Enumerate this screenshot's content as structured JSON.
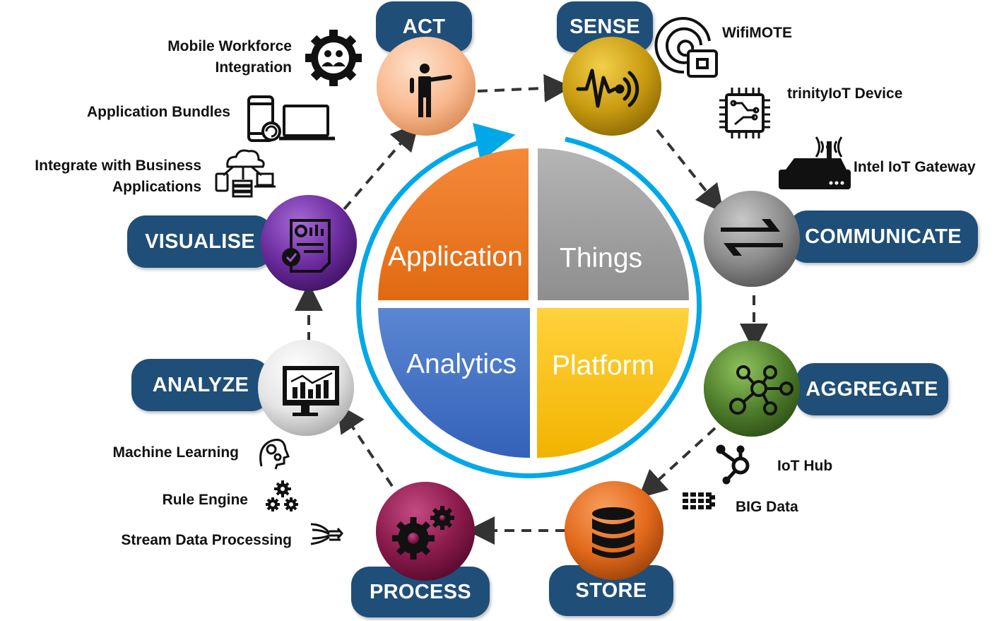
{
  "center": {
    "quadrants": [
      "Application",
      "Things",
      "Analytics",
      "Platform"
    ],
    "colors": {
      "application": "#f07a26",
      "things": "#9e9e9e",
      "analytics": "#4472c4",
      "platform": "#ffc000",
      "ring": "#00a8e8"
    }
  },
  "stages": {
    "act": "ACT",
    "sense": "SENSE",
    "communicate": "COMMUNICATE",
    "aggregate": "AGGREGATE",
    "store": "STORE",
    "process": "PROCESS",
    "analyze": "ANALYZE",
    "visualise": "VISUALISE"
  },
  "stage_colors": {
    "act": "#f9b98f",
    "sense": "#c89a10",
    "communicate": "#808080",
    "aggregate": "#4e7d2a",
    "store": "#e2691b",
    "process": "#8a1a4b",
    "analyze": "#e8e8e8",
    "visualise": "#6a2a9c",
    "pill": "#1f4e79"
  },
  "labels": {
    "mobile_line1": "Mobile Workforce",
    "mobile_line2": "Integration",
    "bundles": "Application Bundles",
    "integrate_line1": "Integrate with Business",
    "integrate_line2": "Applications",
    "wifimote": "WifiMOTE",
    "trinity": "trinityIoT Device",
    "gateway": "Intel IoT Gateway",
    "iothub": "IoT Hub",
    "bigdata": "BIG Data",
    "ml": "Machine Learning",
    "rule": "Rule Engine",
    "stream": "Stream Data Processing"
  }
}
